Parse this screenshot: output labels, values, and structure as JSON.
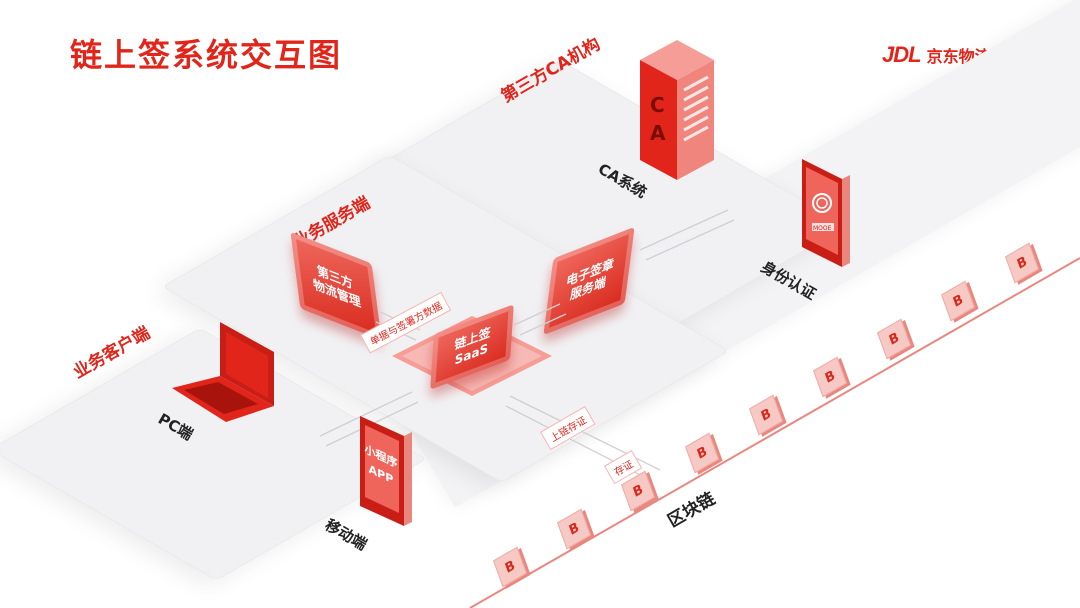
{
  "title": "链上签系统交互图",
  "logo": {
    "mark": "JDL",
    "text": "京东物流"
  },
  "regions": {
    "ca": "第三方CA机构",
    "service": "业务服务端",
    "client": "业务客户端"
  },
  "nodes": {
    "ca_system": "CA系统",
    "identity": "身份认证",
    "logistics": [
      "第三方",
      "物流管理"
    ],
    "esign": [
      "电子签章",
      "服务端"
    ],
    "saas": [
      "链上签",
      "SaaS"
    ],
    "pc": "PC端",
    "mobile": "移动端",
    "mobile_screen": [
      "小程序",
      "APP"
    ],
    "blockchain": "区块链",
    "server_letters": [
      "C",
      "A"
    ],
    "phone_text": "MOOE"
  },
  "flows": {
    "docs": "单据与签署方数据",
    "chain_evidence": "上链存证",
    "evidence": "存证"
  },
  "block_symbol": "B",
  "colors": {
    "brand": "#e1251b",
    "platform": "#f1f1f3",
    "cube": "#f7c9c5"
  }
}
